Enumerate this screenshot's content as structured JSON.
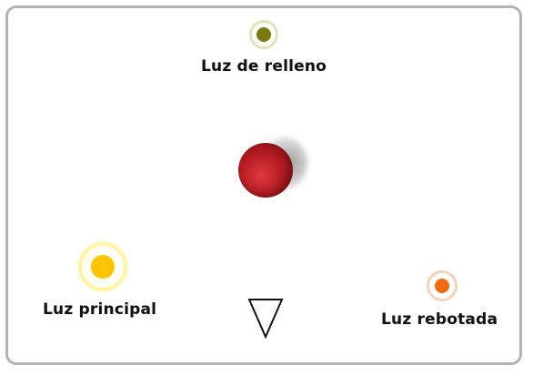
{
  "lights": {
    "fill": {
      "label": "Luz de relleno",
      "color": "#7a7a10",
      "ring_color": "#e3e3b8"
    },
    "key": {
      "label": "Luz principal",
      "color": "#ffc400",
      "ring_color": "#fff3a6"
    },
    "bounce": {
      "label": "Luz rebotada",
      "color": "#f26a10",
      "ring_color": "#f8d2ba"
    }
  },
  "subject": {
    "color": "#b51d22",
    "icon": "sphere"
  },
  "camera": {
    "icon": "camera-triangle-icon"
  }
}
